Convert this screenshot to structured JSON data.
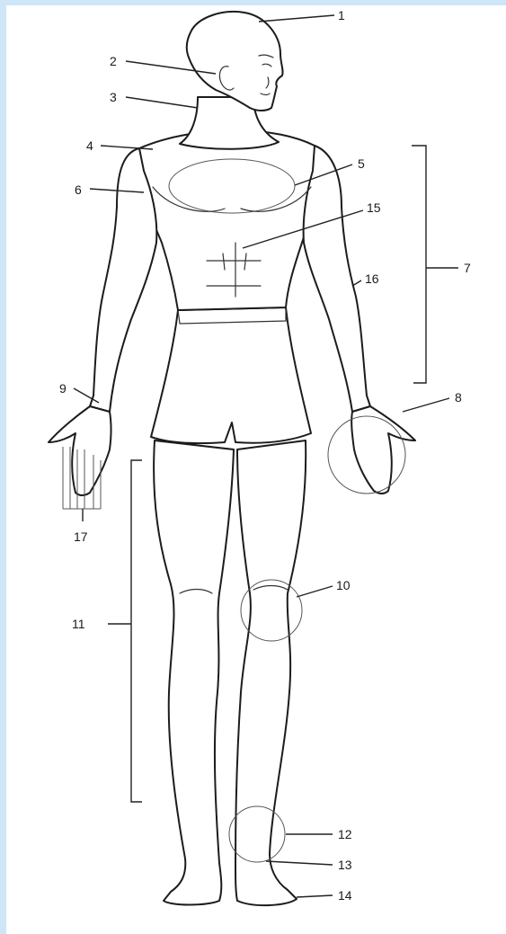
{
  "labels": {
    "l1": "1",
    "l2": "2",
    "l3": "3",
    "l4": "4",
    "l5": "5",
    "l6": "6",
    "l7": "7",
    "l8": "8",
    "l9": "9",
    "l10": "10",
    "l11": "11",
    "l12": "12",
    "l13": "13",
    "l14": "14",
    "l15": "15",
    "l16": "16",
    "l17": "17"
  },
  "colors": {
    "frame_accent": "#cfe6f7",
    "line": "#1c1c1c"
  }
}
